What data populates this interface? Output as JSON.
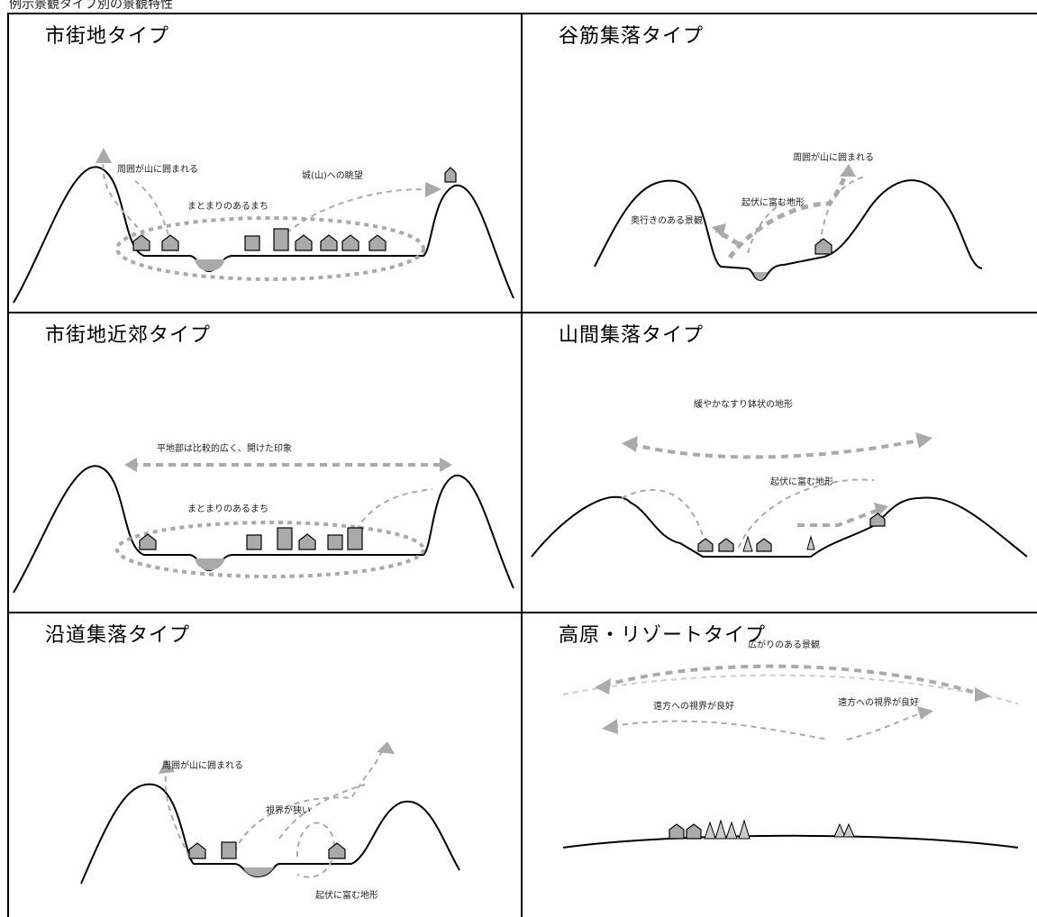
{
  "header": "例示景観タイプ別の景観特性",
  "panels": {
    "p1": {
      "title": "市街地タイプ",
      "labels": {
        "a": "周囲が山に囲まれる",
        "b": "城(山)への眺望",
        "c": "まとまりのあるまち"
      }
    },
    "p2": {
      "title": "谷筋集落タイプ",
      "labels": {
        "a": "周囲が山に囲まれる",
        "b": "起伏に富む地形",
        "c": "奥行きのある景観"
      }
    },
    "p3": {
      "title": "市街地近郊タイプ",
      "labels": {
        "a": "平地部は比較的広く、開けた印象",
        "b": "まとまりのあるまち"
      }
    },
    "p4": {
      "title": "山間集落タイプ",
      "labels": {
        "a": "緩やかなすり鉢状の地形",
        "b": "起伏に富む地形"
      }
    },
    "p5": {
      "title": "沿道集落タイプ",
      "labels": {
        "a": "周囲が山に囲まれる",
        "b": "視界が狭い",
        "c": "起伏に富む地形"
      }
    },
    "p6": {
      "title": "高原・リゾートタイプ",
      "labels": {
        "a": "広がりのある景観",
        "b": "遠方への視界が良好",
        "c": "遠方への視界が良好"
      }
    }
  }
}
